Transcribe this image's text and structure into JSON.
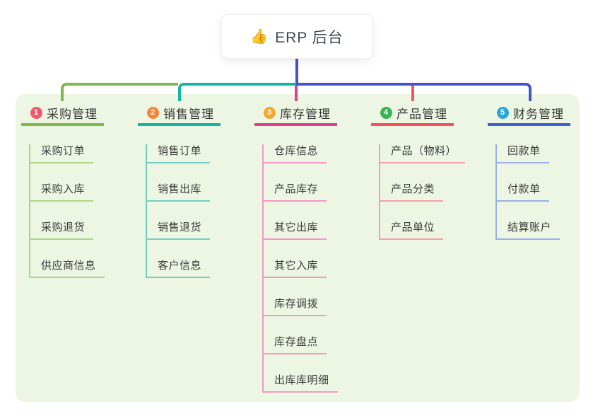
{
  "root": {
    "icon": "👍",
    "label": "ERP 后台"
  },
  "colors": {
    "canvas_bg": "#ffffff",
    "panel_bg": "#ecf6e2",
    "stem": "#4355c8",
    "rail_right": "#4355c8",
    "title_text": "#3a3a3a",
    "child_text": "#3c3c3c"
  },
  "branches": [
    {
      "num": "1",
      "title": "采购管理",
      "badge": "#f4586c",
      "line": "#7cb94f",
      "child_line": "#abd687",
      "children": [
        "采购订单",
        "采购入库",
        "采购退货",
        "供应商信息"
      ]
    },
    {
      "num": "2",
      "title": "销售管理",
      "badge": "#f8843d",
      "line": "#17b4a3",
      "child_line": "#72cec3",
      "children": [
        "销售订单",
        "销售出库",
        "销售退货",
        "客户信息"
      ]
    },
    {
      "num": "3",
      "title": "库存管理",
      "badge": "#f6a829",
      "line": "#e0418f",
      "child_line": "#f29ac4",
      "children": [
        "仓库信息",
        "产品库存",
        "其它出库",
        "其它入库",
        "库存调拨",
        "库存盘点",
        "出库库明细"
      ]
    },
    {
      "num": "4",
      "title": "产品管理",
      "badge": "#36b457",
      "line": "#f4525f",
      "child_line": "#f7a0a7",
      "children": [
        "产品（物料）",
        "产品分类",
        "产品单位"
      ]
    },
    {
      "num": "5",
      "title": "财务管理",
      "badge": "#2aa5de",
      "line": "#3e62d4",
      "child_line": "#9bb0e8",
      "children": [
        "回款单",
        "付款单",
        "结算账户"
      ]
    }
  ]
}
